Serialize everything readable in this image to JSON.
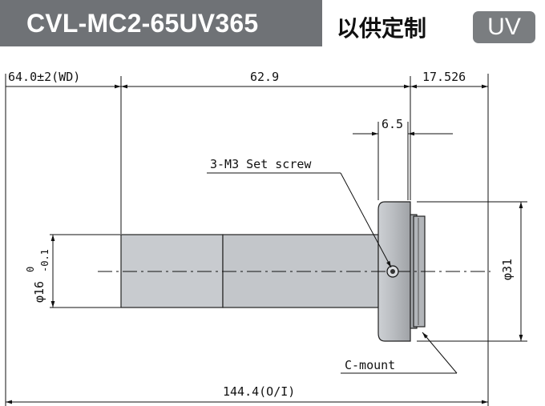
{
  "header": {
    "model": "CVL-MC2-65UV365",
    "note": "以供定制",
    "badge": "UV"
  },
  "dimensions": {
    "wd": "64.0±2(WD)",
    "length": "62.9",
    "flange": "17.526",
    "ring": "6.5",
    "barrel_diameter": "φ16",
    "tol_upper": "0",
    "tol_lower": "-0.1",
    "body_diameter": "φ31",
    "total": "144.4(O/I)"
  },
  "callouts": {
    "set_screw": "3-M3 Set screw",
    "mount": "C-mount"
  }
}
